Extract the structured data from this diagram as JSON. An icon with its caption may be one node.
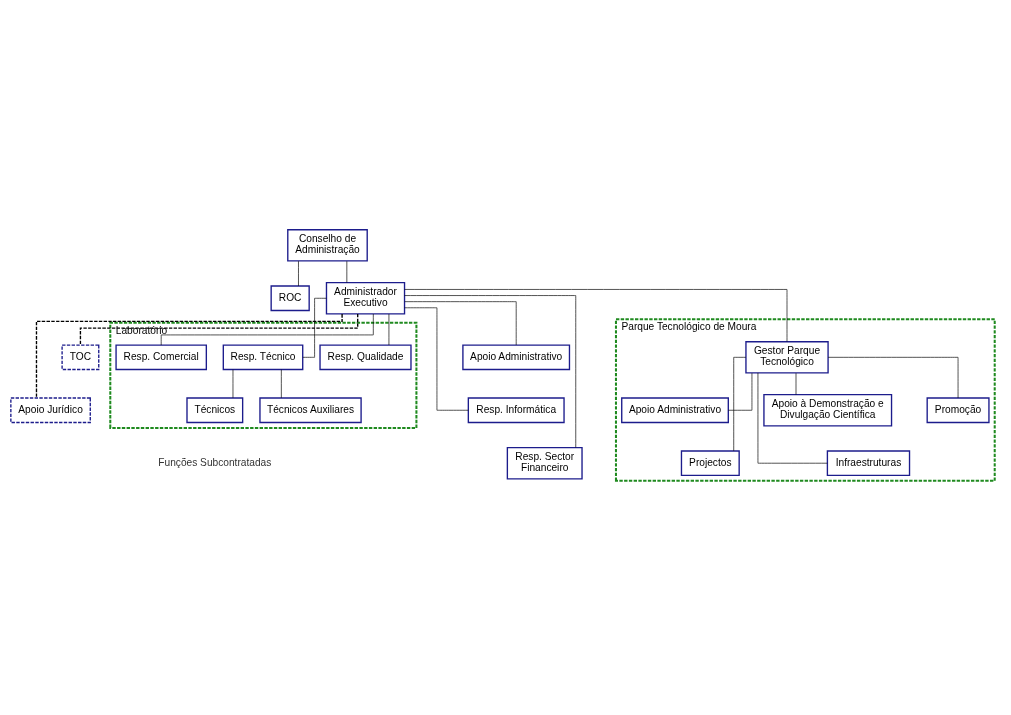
{
  "diagram": {
    "nodes": [
      {
        "text": [
          "Conselho de Administração"
        ]
      },
      {
        "text": [
          "ROC"
        ]
      },
      {
        "text": [
          "Administrador Executivo"
        ]
      },
      {
        "text": [
          "TOC"
        ]
      },
      {
        "text": [
          "Apoio Jurídico"
        ]
      },
      {
        "text": [
          "Apoio Administrativo"
        ]
      },
      {
        "text": [
          "Resp. Informática"
        ]
      },
      {
        "text": [
          "Resp. Sector Financeiro"
        ]
      },
      {
        "text": [
          "Laboratório"
        ]
      },
      {
        "text": [
          "Resp. Qualidade"
        ],
        "in": 8
      },
      {
        "text": [
          "Resp. Técnico"
        ],
        "in": 8
      },
      {
        "text": [
          "Resp. Comercial"
        ],
        "in": 8
      },
      {
        "text": [
          "Técnicos"
        ],
        "in": 8
      },
      {
        "text": [
          "Técnicos Auxiliares"
        ],
        "in": 8
      },
      {
        "text": [
          "Parque Tecnológico de Moura"
        ]
      },
      {
        "text": [
          "Gestor Parque Tecnológico"
        ],
        "in": 14
      },
      {
        "text": [
          "Apoio Administrativo"
        ],
        "in": 14
      },
      {
        "text": [
          "Apoio à Demonstração e Divulgação Científica"
        ],
        "in": 14
      },
      {
        "text": [
          "Projectos"
        ],
        "in": 14
      },
      {
        "text": [
          "Infraestruturas"
        ],
        "in": 14
      },
      {
        "text": [
          "Promoção"
        ],
        "in": 14
      }
    ],
    "edges": [
      {
        "from": 0,
        "to": 2,
        "arrow": "none"
      },
      {
        "from": 0,
        "to": 1,
        "arrow": "none"
      },
      {
        "from": 2,
        "to": 3,
        "arrow": "none",
        "style": "dashed"
      },
      {
        "from": 2,
        "to": 4,
        "arrow": "none",
        "style": "dashed"
      },
      {
        "from": 2,
        "to": 5,
        "arrow": "none"
      },
      {
        "from": 2,
        "to": 6,
        "arrow": "none"
      },
      {
        "from": 2,
        "to": 7,
        "arrow": "none"
      },
      {
        "from": 2,
        "to": 9,
        "arrow": "none"
      },
      {
        "from": 2,
        "to": 10,
        "arrow": "none"
      },
      {
        "from": 2,
        "to": 11,
        "arrow": "none"
      },
      {
        "from": 10,
        "to": 12,
        "arrow": "none"
      },
      {
        "from": 10,
        "to": 13,
        "arrow": "none"
      },
      {
        "from": 2,
        "to": 15,
        "arrow": "none"
      },
      {
        "from": 15,
        "to": 16,
        "arrow": "none"
      },
      {
        "from": 15,
        "to": 17,
        "arrow": "none"
      },
      {
        "from": 15,
        "to": 18,
        "arrow": "none"
      },
      {
        "from": 15,
        "to": 19,
        "arrow": "none"
      },
      {
        "from": 15,
        "to": 20,
        "arrow": "none"
      }
    ],
    "legend": [
      {
        "text": "Funções Subcontratadas"
      }
    ]
  }
}
